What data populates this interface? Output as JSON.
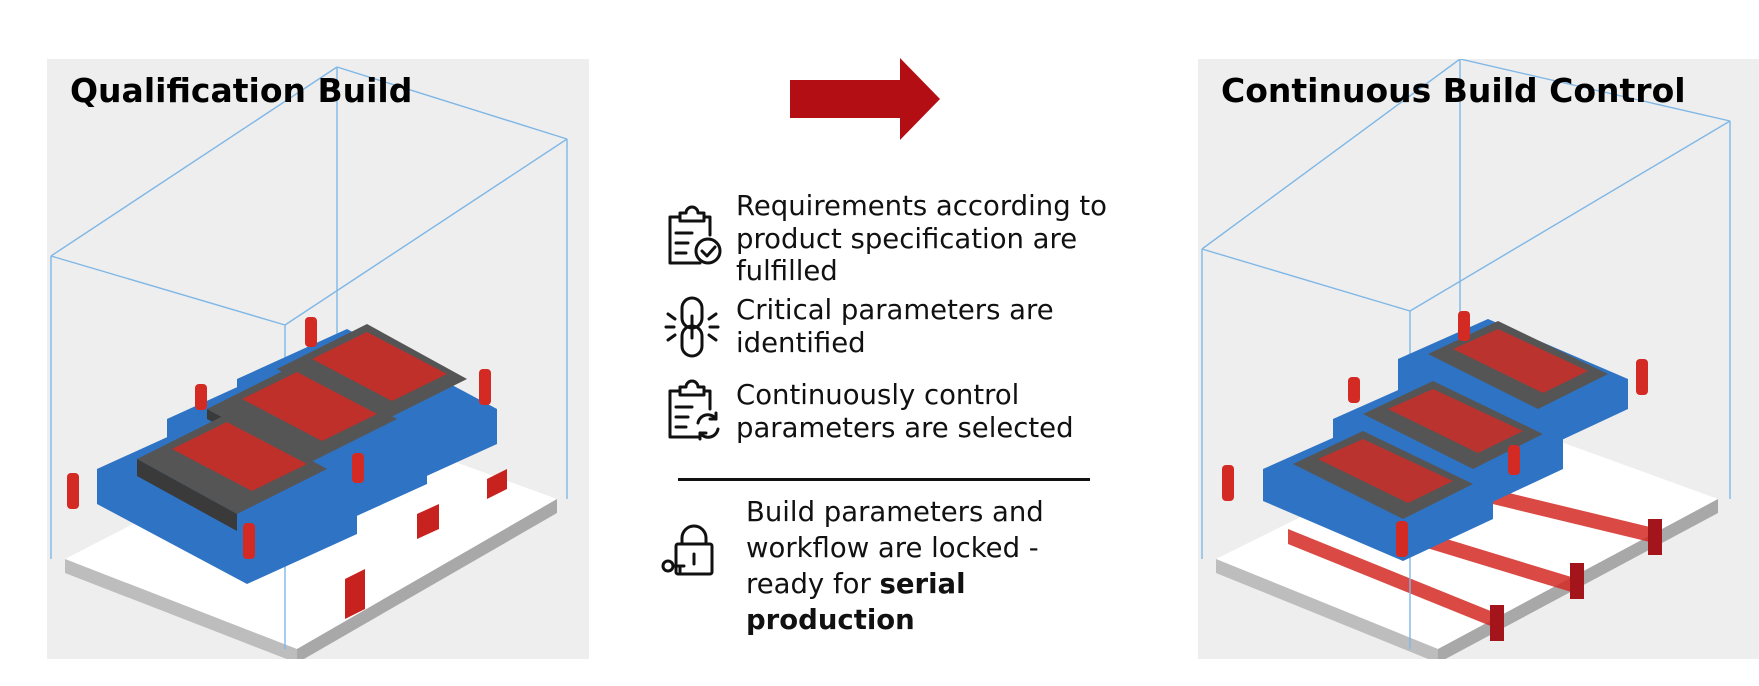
{
  "panels": {
    "left": {
      "title": "Qualification Build"
    },
    "right": {
      "title": "Continuous Build Control"
    }
  },
  "arrow": {
    "color": "#b20e14",
    "icon": "right-arrow-icon"
  },
  "checklist": [
    {
      "icon": "clipboard-check-icon",
      "text": "Requirements according to product specification are fulfilled"
    },
    {
      "icon": "broken-link-icon",
      "text": "Critical parameters are identified"
    },
    {
      "icon": "clipboard-refresh-icon",
      "text": "Continuously control parameters are selected"
    }
  ],
  "final": {
    "icon": "lock-key-icon",
    "text_start": "Build parameters and workflow are locked - ready for ",
    "text_bold": "serial production"
  },
  "colors": {
    "panel_background": "#eeeeee",
    "part_blue": "#2f73c4",
    "part_red": "#d42a24",
    "part_gray": "#4a4a4a",
    "build_plate": "#ffffff",
    "bounding_box_line": "#7fb7e6"
  }
}
